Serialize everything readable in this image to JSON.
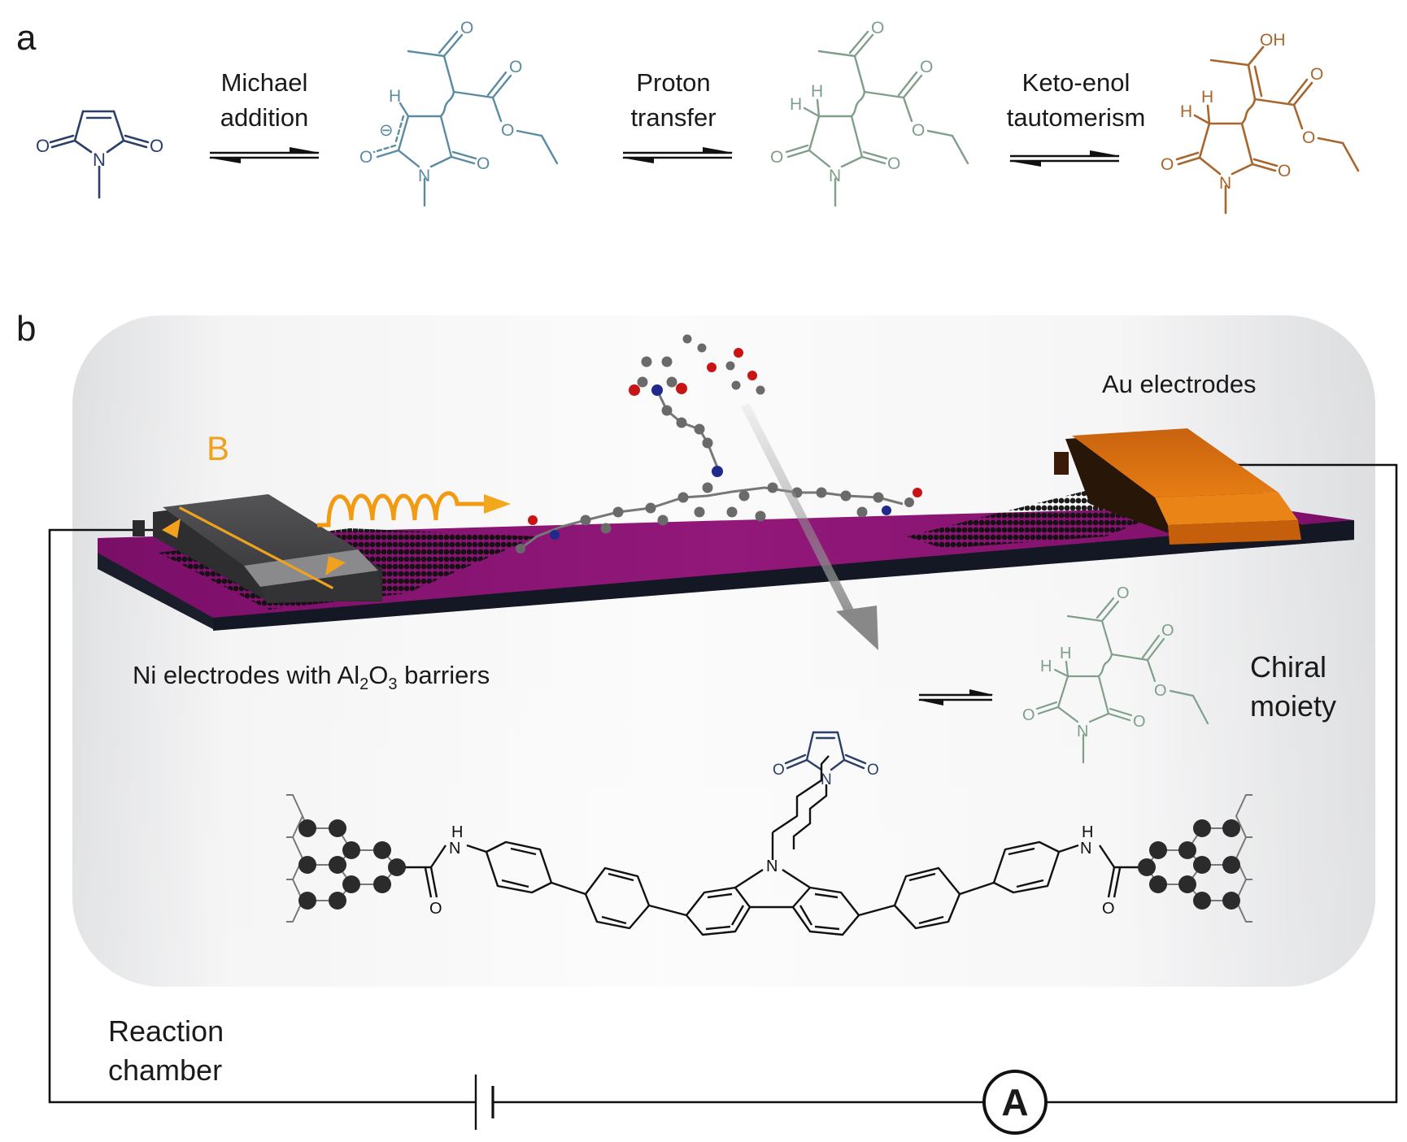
{
  "figure": {
    "panels": [
      {
        "label": "a",
        "reaction_steps": [
          {
            "label_line1": "Michael",
            "label_line2": "addition",
            "arrow": "equilibrium"
          },
          {
            "label_line1": "Proton",
            "label_line2": "transfer",
            "arrow": "equilibrium"
          },
          {
            "label_line1": "Keto-enol",
            "label_line2": "tautomerism",
            "arrow": "equilibrium"
          }
        ],
        "molecules": [
          {
            "name": "N-methylmaleimide",
            "color": "#2b3f68",
            "atoms": [
              "O",
              "N",
              "O"
            ]
          },
          {
            "name": "enolate intermediate",
            "color": "#5b8ba0",
            "atoms": [
              "H",
              "⊖",
              "O",
              "N",
              "O",
              "O",
              "O",
              "O"
            ]
          },
          {
            "name": "keto adduct",
            "color": "#809f8b",
            "atoms": [
              "H",
              "H",
              "O",
              "N",
              "O",
              "O",
              "O",
              "O"
            ]
          },
          {
            "name": "enol adduct",
            "color": "#a8662c",
            "atoms": [
              "OH",
              "H",
              "H",
              "O",
              "N",
              "O",
              "O",
              "O"
            ]
          }
        ]
      },
      {
        "label": "b",
        "labels": {
          "field": "B",
          "au_electrodes": "Au electrodes",
          "ni_electrodes_prefix": "Ni electrodes with Al",
          "ni_sub1": "2",
          "ni_mid": "O",
          "ni_sub2": "3",
          "ni_electrodes_suffix": " barriers",
          "chiral_line1": "Chiral",
          "chiral_line2": "moiety",
          "chamber_line1": "Reaction",
          "chamber_line2": "chamber",
          "ammeter": "A"
        },
        "atoms": {
          "maleimide_O1": "O",
          "maleimide_N": "N",
          "maleimide_O2": "O",
          "amide_left_H": "H",
          "amide_left_N": "N",
          "amide_left_O": "O",
          "carbazole_N": "N",
          "amide_right_H": "H",
          "amide_right_N": "N",
          "amide_right_O": "O",
          "chiral_H1": "H",
          "chiral_H2": "H",
          "chiral_O_ketone": "O",
          "chiral_O_ester1": "O",
          "chiral_O_ester2": "O",
          "chiral_O_ring1": "O",
          "chiral_N": "N",
          "chiral_O_ring2": "O"
        },
        "colors": {
          "field": "#f0a21e",
          "substrate": "#8c1474",
          "au": "#e47a12",
          "ni": "#4a4a4c",
          "graphene": "#151515",
          "maleimide": "#2b3f68",
          "chiral": "#809f8b"
        }
      }
    ]
  }
}
